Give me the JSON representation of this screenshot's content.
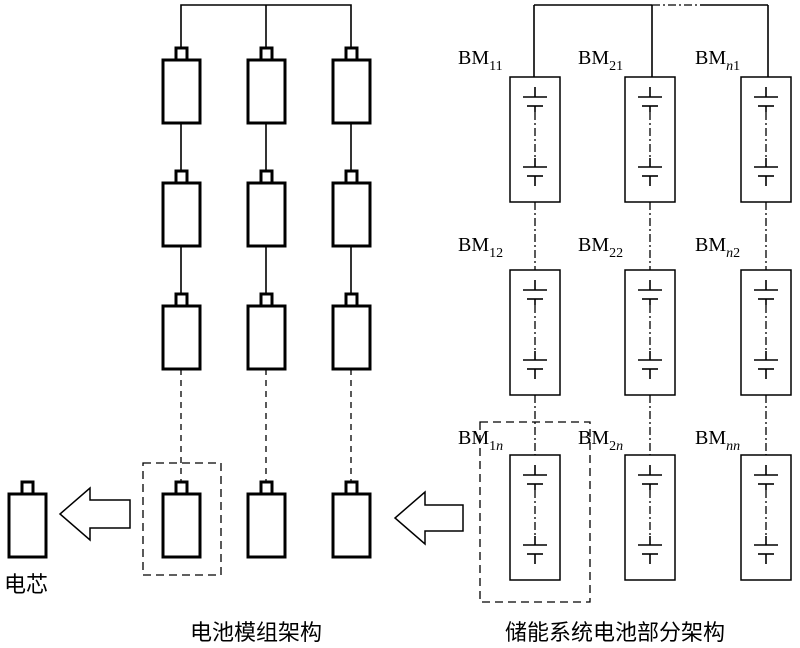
{
  "captions": {
    "left": "电池模组架构",
    "right": "储能系统电池部分架构",
    "cell": "电芯"
  },
  "modules": {
    "m11": {
      "base": "BM",
      "sub": "11",
      "sub_italic": false
    },
    "m21": {
      "base": "BM",
      "sub": "21",
      "sub_italic": false
    },
    "mn1": {
      "base": "BM",
      "sub_it": "n",
      "sub_rest": "1"
    },
    "m12": {
      "base": "BM",
      "sub": "12"
    },
    "m22": {
      "base": "BM",
      "sub": "22"
    },
    "mn2": {
      "base": "BM",
      "sub_it": "n",
      "sub_rest": "2"
    },
    "m1n": {
      "base": "BM",
      "sub_pre": "1",
      "sub_it": "n"
    },
    "m2n": {
      "base": "BM",
      "sub_pre": "2",
      "sub_it": "n"
    },
    "mnn": {
      "base": "BM",
      "sub_it": "nn"
    }
  }
}
